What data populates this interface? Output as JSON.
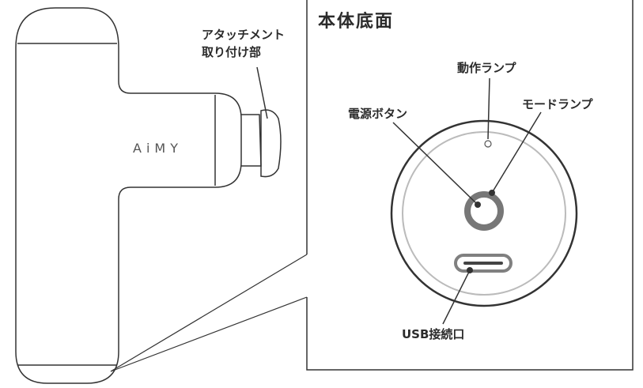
{
  "device": {
    "brand": "AiMY",
    "attachment_label_line1": "アタッチメント",
    "attachment_label_line2": "取り付け部"
  },
  "bottom_panel": {
    "title": "本体底面",
    "labels": {
      "operation_lamp": "動作ランプ",
      "mode_lamp": "モードランプ",
      "power_button": "電源ボタン",
      "usb_port": "USB接続口"
    }
  },
  "colors": {
    "outline": "#333333",
    "button_ring": "#777777",
    "inner_ring": "#bbbbbb",
    "usb_port": "#808080"
  }
}
